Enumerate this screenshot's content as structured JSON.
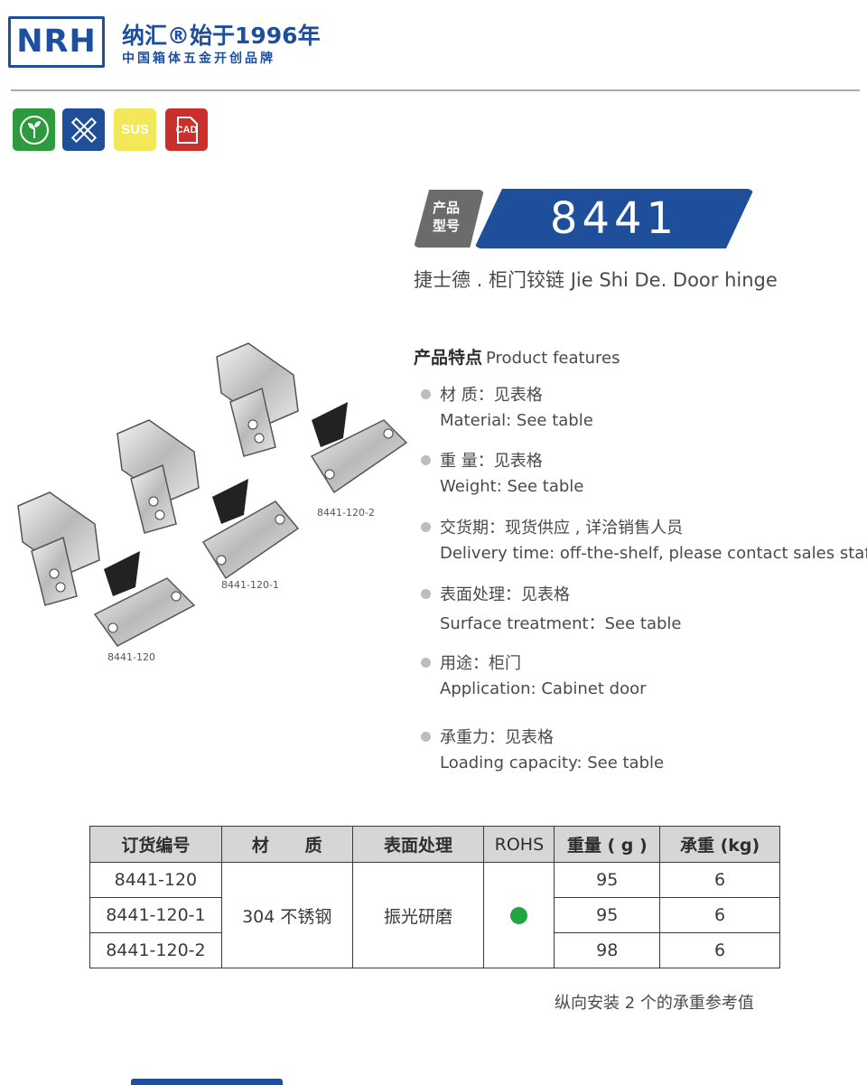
{
  "header": {
    "logo_text": "NRH",
    "brand_line1": "纳汇®始于1996年",
    "brand_line2": "中国箱体五金开创品牌"
  },
  "badges": [
    {
      "name": "eco",
      "icon": "sprout-icon",
      "color": "#2d9a3e"
    },
    {
      "name": "tools",
      "icon": "tools-icon",
      "color": "#204e98"
    },
    {
      "name": "sus",
      "text": "SUS",
      "color": "#f2e85a"
    },
    {
      "name": "cad",
      "text": "CAD",
      "color": "#c9302c"
    }
  ],
  "product": {
    "tag_label": "产品型号",
    "model": "8441",
    "name": "捷士德 . 柜门铰链   Jie Shi De. Door hinge"
  },
  "image_labels": {
    "hinge_1": "8441-120",
    "hinge_2": "8441-120-1",
    "hinge_3": "8441-120-2"
  },
  "features": {
    "title_cn": "产品特点",
    "title_en": "Product features",
    "items": [
      {
        "cn": "材   质：见表格",
        "en": "Material: See table"
      },
      {
        "cn": "重   量：见表格",
        "en": " Weight: See table"
      },
      {
        "cn": "交货期：现货供应 , 详洽销售人员",
        "en": "Delivery time: off-the-shelf, please contact sales staff"
      },
      {
        "cn": "表面处理：见表格",
        "en": "Surface treatment：See table"
      },
      {
        "cn": "用途：柜门",
        "en": "Application: Cabinet door"
      },
      {
        "cn": "承重力：见表格",
        "en": "Loading capacity: See table"
      }
    ]
  },
  "table": {
    "headers": [
      "订货编号",
      "材      质",
      "表面处理",
      "ROHS",
      "重量 ( g )",
      "承重 (kg)"
    ],
    "material": "304 不锈钢",
    "surface": "振光研磨",
    "rohs_color": "#21a543",
    "rows": [
      {
        "code": "8441-120",
        "weight": "95",
        "load": "6"
      },
      {
        "code": "8441-120-1",
        "weight": "95",
        "load": "6"
      },
      {
        "code": "8441-120-2",
        "weight": "98",
        "load": "6"
      }
    ]
  },
  "note": "纵向安装 2 个的承重参考值",
  "colors": {
    "brand_blue": "#1f4e9b",
    "tag_grey": "#6b6b6b",
    "table_header": "#d6d6d6"
  }
}
